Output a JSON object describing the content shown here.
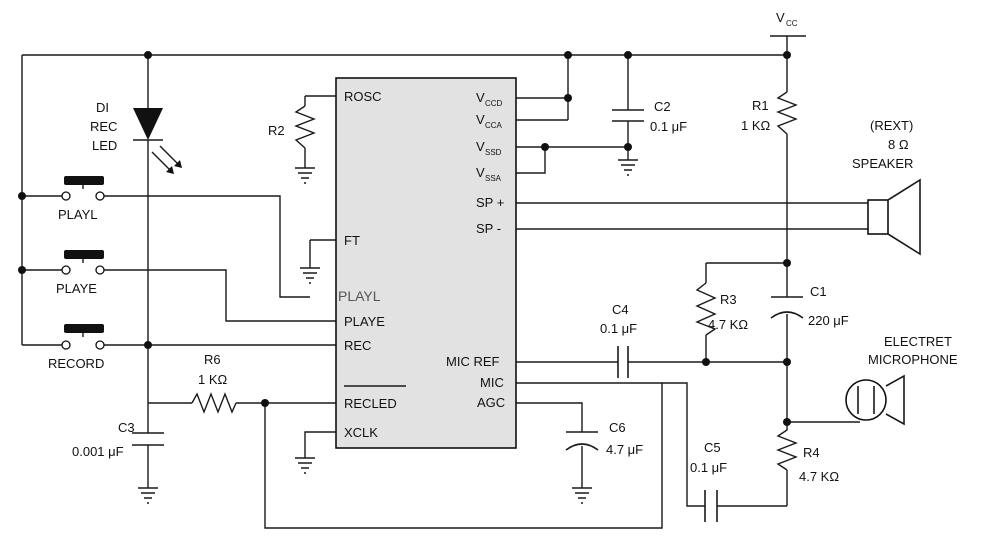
{
  "power": {
    "label": "V",
    "sub": "CC"
  },
  "ic": {
    "pins_left": [
      "ROSC",
      "FT",
      "PLAYE",
      "REC",
      "RECLED",
      "XCLK"
    ],
    "pins_right": {
      "vccd": {
        "label": "V",
        "sub": "CCD"
      },
      "vcca": {
        "label": "V",
        "sub": "CCA"
      },
      "vssd": {
        "label": "V",
        "sub": "SSD"
      },
      "vssa": {
        "label": "V",
        "sub": "SSA"
      },
      "sp_plus": "SP +",
      "sp_minus": "SP -",
      "micref": "MIC REF",
      "mic": "MIC",
      "agc": "AGC"
    },
    "overlay_text": "PLAYL"
  },
  "components": {
    "led": [
      "DI",
      "REC",
      "LED"
    ],
    "r2": "R2",
    "r1": {
      "name": "R1",
      "value": "1 KΩ"
    },
    "c2": {
      "name": "C2",
      "value": "0.1 μF"
    },
    "r3": {
      "name": "R3",
      "value": "4.7 KΩ"
    },
    "c1": {
      "name": "C1",
      "value": "220 μF"
    },
    "c4": {
      "name": "C4",
      "value": "0.1 μF"
    },
    "r6": {
      "name": "R6",
      "value": "1 KΩ"
    },
    "c3": {
      "name": "C3",
      "value": "0.001 μF"
    },
    "c6": {
      "name": "C6",
      "value": "4.7 μF"
    },
    "c5": {
      "name": "C5",
      "value": "0.1 μF"
    },
    "r4": {
      "name": "R4",
      "value": "4.7 KΩ"
    }
  },
  "switches": {
    "playl": "PLAYL",
    "playe": "PLAYE",
    "record": "RECORD"
  },
  "speaker": [
    "(REXT)",
    "8 Ω",
    "SPEAKER"
  ],
  "microphone": [
    "ELECTRET",
    "MICROPHONE"
  ]
}
